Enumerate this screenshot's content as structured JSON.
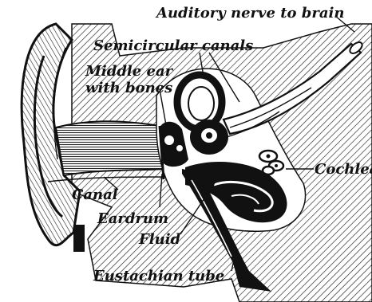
{
  "labels": {
    "auditory_nerve": "Auditory nerve to brain",
    "semicircular_canals": "Semicircular canals",
    "middle_ear_line1": "Middle ear",
    "middle_ear_line2": "with bones",
    "cochlea": "Cochlea",
    "canal": "Canal",
    "eardrum": "Eardrum",
    "fluid": "Fluid",
    "eustachian_tube": "Eustachian tube"
  }
}
